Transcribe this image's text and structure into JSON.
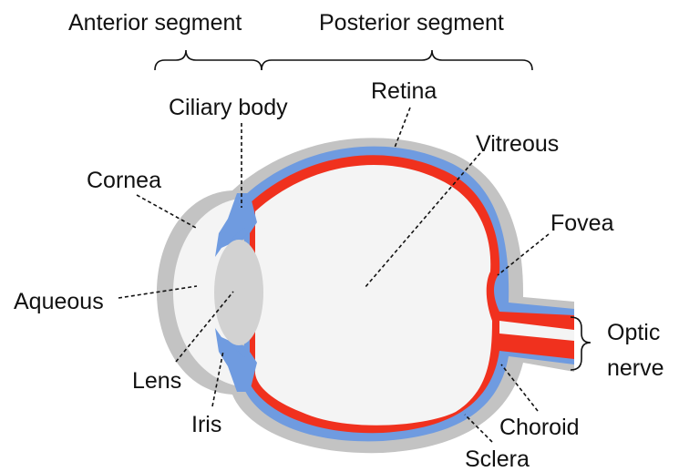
{
  "segments": {
    "anterior": "Anterior segment",
    "posterior": "Posterior segment"
  },
  "labels": {
    "retina": "Retina",
    "ciliary_body": "Ciliary body",
    "vitreous": "Vitreous",
    "cornea": "Cornea",
    "fovea": "Fovea",
    "aqueous": "Aqueous",
    "optic": "Optic",
    "nerve": "nerve",
    "lens": "Lens",
    "iris": "Iris",
    "choroid": "Choroid",
    "sclera": "Sclera"
  },
  "colors": {
    "sclera": "#c3c3c3",
    "choroid": "#6f9be0",
    "retina": "#f0311e",
    "interior": "#f4f4f4",
    "lens": "#d2d2d2",
    "line": "#111111"
  }
}
